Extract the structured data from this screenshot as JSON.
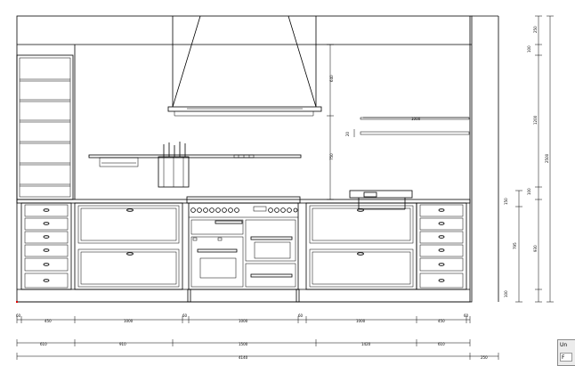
{
  "widget": {
    "title": "Un",
    "field": "F"
  },
  "dimensions": {
    "hood_height": "640",
    "shelf_height": "750",
    "bar_length": "1000",
    "bar_gap": "20",
    "counter_small": "150",
    "counter_large": "795",
    "right_top_a": "250",
    "right_top_b": "100",
    "right_mid": "1200",
    "right_low": "100",
    "right_base": "930",
    "right_plinth": "100",
    "right_total": "2500",
    "row1": [
      "60",
      "450",
      "1000",
      "60",
      "1000",
      "60",
      "1000",
      "450",
      "60"
    ],
    "row2": [
      "610",
      "910",
      "1500",
      "1420",
      "610"
    ],
    "row3_total": "4140",
    "row3_end": "250"
  }
}
